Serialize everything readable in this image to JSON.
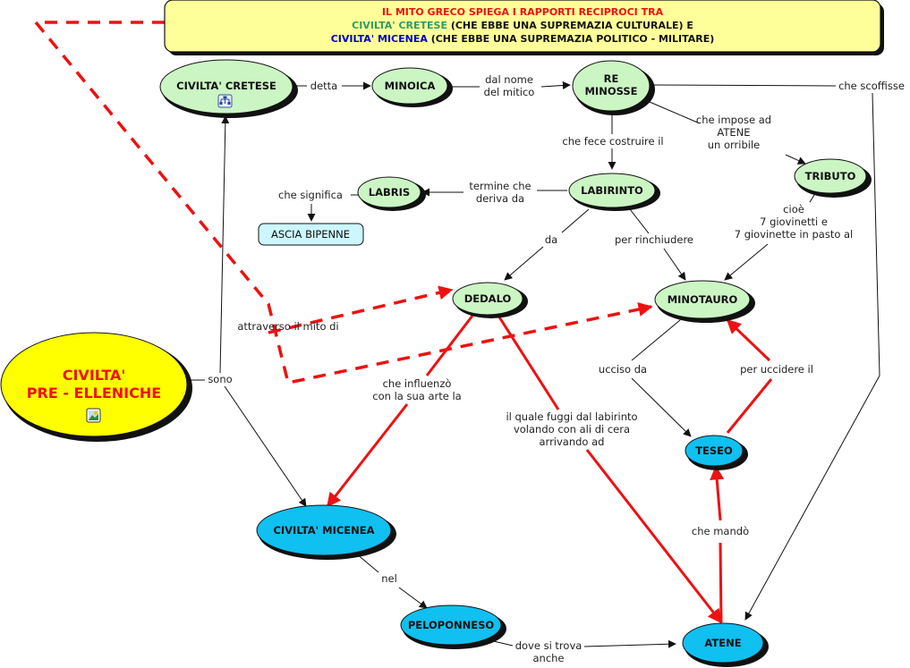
{
  "colors": {
    "green_node": "#ccf5c4",
    "blue_node": "#10c0f0",
    "yellow_node": "#ffff00",
    "title_box": "#ffff99",
    "box_node": "#ccf7ff",
    "red_link": "#ee1111",
    "black_link": "#111111",
    "title_red": "#ee1111",
    "title_green": "#339966",
    "title_blue": "#0000cc"
  },
  "title": {
    "line1": "IL  MITO  GRECO  SPIEGA  I  RAPPORTI  RECIPROCI  TRA",
    "line2_colored": "CIVILTA' CRETESE",
    "line2_rest": " (CHE EBBE UNA  SUPREMAZIA  CULTURALE) E",
    "line3_colored": "CIVILTA'  MICENEA",
    "line3_rest": " (CHE  EBBE UNA SUPREMAZIA  POLITICO - MILITARE)"
  },
  "nodes": {
    "civilta_cretese": "CIVILTA'  CRETESE",
    "minoica": "MINOICA",
    "re_minosse_1": "RE",
    "re_minosse_2": "MINOSSE",
    "tributo": "TRIBUTO",
    "labris": "LABRIS",
    "labirinto": "LABIRINTO",
    "ascia_bipenne": "ASCIA  BIPENNE",
    "dedalo": "DEDALO",
    "minotauro": "MINOTAURO",
    "civilta_pre_1": "CIVILTA'",
    "civilta_pre_2": "PRE - ELLENICHE",
    "teseo": "TESEO",
    "civilta_micenea": "CIVILTA'  MICENEA",
    "peloponneso": "PELOPONNESO",
    "atene": "ATENE"
  },
  "icons": {
    "cretese": "concept-map-resource-icon",
    "pre_elleniche": "image-resource-icon"
  },
  "links": {
    "detta": "detta",
    "dal_nome_1": "dal nome",
    "dal_nome_2": "del mitico",
    "che_scoffisse": "che scoffisse",
    "che_impose_1": "che impose ad",
    "che_impose_2": "ATENE",
    "che_impose_3": "un orribile",
    "che_fece": "che fece costruire il",
    "termine_1": "termine che",
    "termine_2": "deriva da",
    "che_significa": "che  significa",
    "cioe_1": "cioè",
    "cioe_2": "7 giovinetti e",
    "cioe_3": "7 giovinette in pasto al",
    "da": "da",
    "per_rinchiudere": "per  rinchiudere",
    "attraverso": "attraverso il mito di",
    "sono": "sono",
    "ucciso_da": "ucciso da",
    "per_uccidere": "per uccidere il",
    "che_influenzo_1": "che influenzò",
    "che_influenzo_2": "con la sua arte la",
    "il_quale_1": "il quale fuggi dal labirinto",
    "il_quale_2": "volando con ali di cera",
    "il_quale_3": "arrivando ad",
    "che_mando": "che  mandò",
    "nel": "nel",
    "dove_1": "dove  si trova",
    "dove_2": "anche"
  }
}
